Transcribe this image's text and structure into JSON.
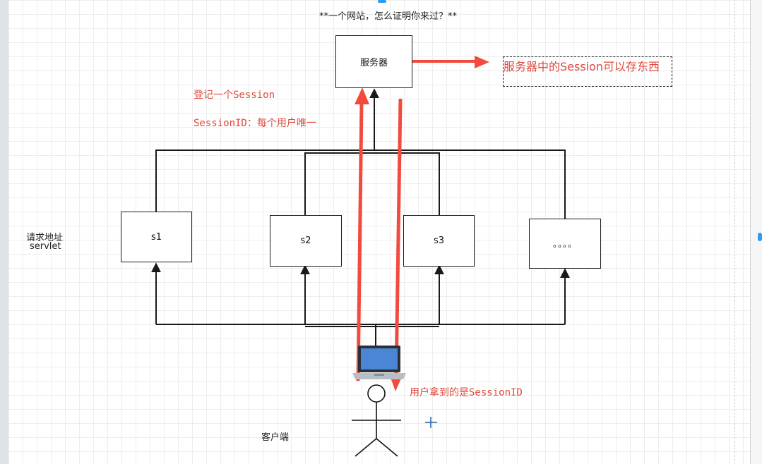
{
  "diagram": {
    "title": "**一个网站，怎么证明你来过？**",
    "server": {
      "label": "服务器"
    },
    "server_note": "服务器中的Session可以存东西",
    "register_note": "登记一个Session",
    "sessionid_note": "SessionID：每个用户唯一",
    "servlets_label_line1": "请求地址",
    "servlets_label_line2": "servlet",
    "servlets": [
      {
        "label": "s1"
      },
      {
        "label": "s2"
      },
      {
        "label": "s3"
      },
      {
        "label": "。。。。"
      }
    ],
    "user_note": "用户拿到的是SessionID",
    "client_label": "客户端",
    "colors": {
      "line": "#1a1a1a",
      "arrow_red": "#f24b3d",
      "text_red": "#e0483b",
      "laptop_blue": "#3a6fb5"
    },
    "icons": [
      "laptop-icon",
      "stick-figure-icon",
      "crosshair-cursor-icon"
    ]
  }
}
